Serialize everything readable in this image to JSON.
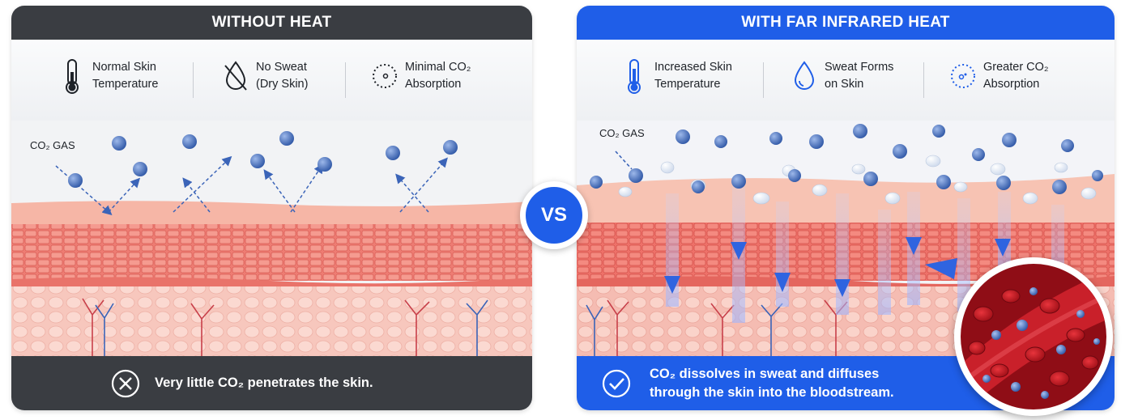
{
  "left": {
    "title": "WITHOUT HEAT",
    "features": [
      {
        "icon": "thermometer-icon",
        "line1": "Normal Skin",
        "line2": "Temperature"
      },
      {
        "icon": "no-sweat-drop-icon",
        "line1": "No Sweat",
        "line2": "(Dry Skin)"
      },
      {
        "icon": "co2-circle-icon",
        "line1": "Minimal CO₂",
        "line2": "Absorption"
      }
    ],
    "gas_label": "CO₂ GAS",
    "footer": {
      "icon": "x-circle-icon",
      "text": "Very little CO₂ penetrates the skin."
    }
  },
  "right": {
    "title": "WITH FAR INFRARED HEAT",
    "features": [
      {
        "icon": "thermometer-icon",
        "line1": "Increased Skin",
        "line2": "Temperature"
      },
      {
        "icon": "sweat-drop-icon",
        "line1": "Sweat Forms",
        "line2": "on Skin"
      },
      {
        "icon": "co2-circle-icon",
        "line1": "Greater CO₂",
        "line2": "Absorption"
      }
    ],
    "gas_label": "CO₂ GAS",
    "footer": {
      "icon": "check-circle-icon",
      "line1": "CO₂ dissolves in sweat and diffuses",
      "line2": "through the skin into the bloodstream."
    }
  },
  "vs_label": "VS",
  "colors": {
    "dark": "#3a3d42",
    "blue": "#1f5ee8",
    "skin": "#f08a7e",
    "molecule": "#4d76c2"
  }
}
